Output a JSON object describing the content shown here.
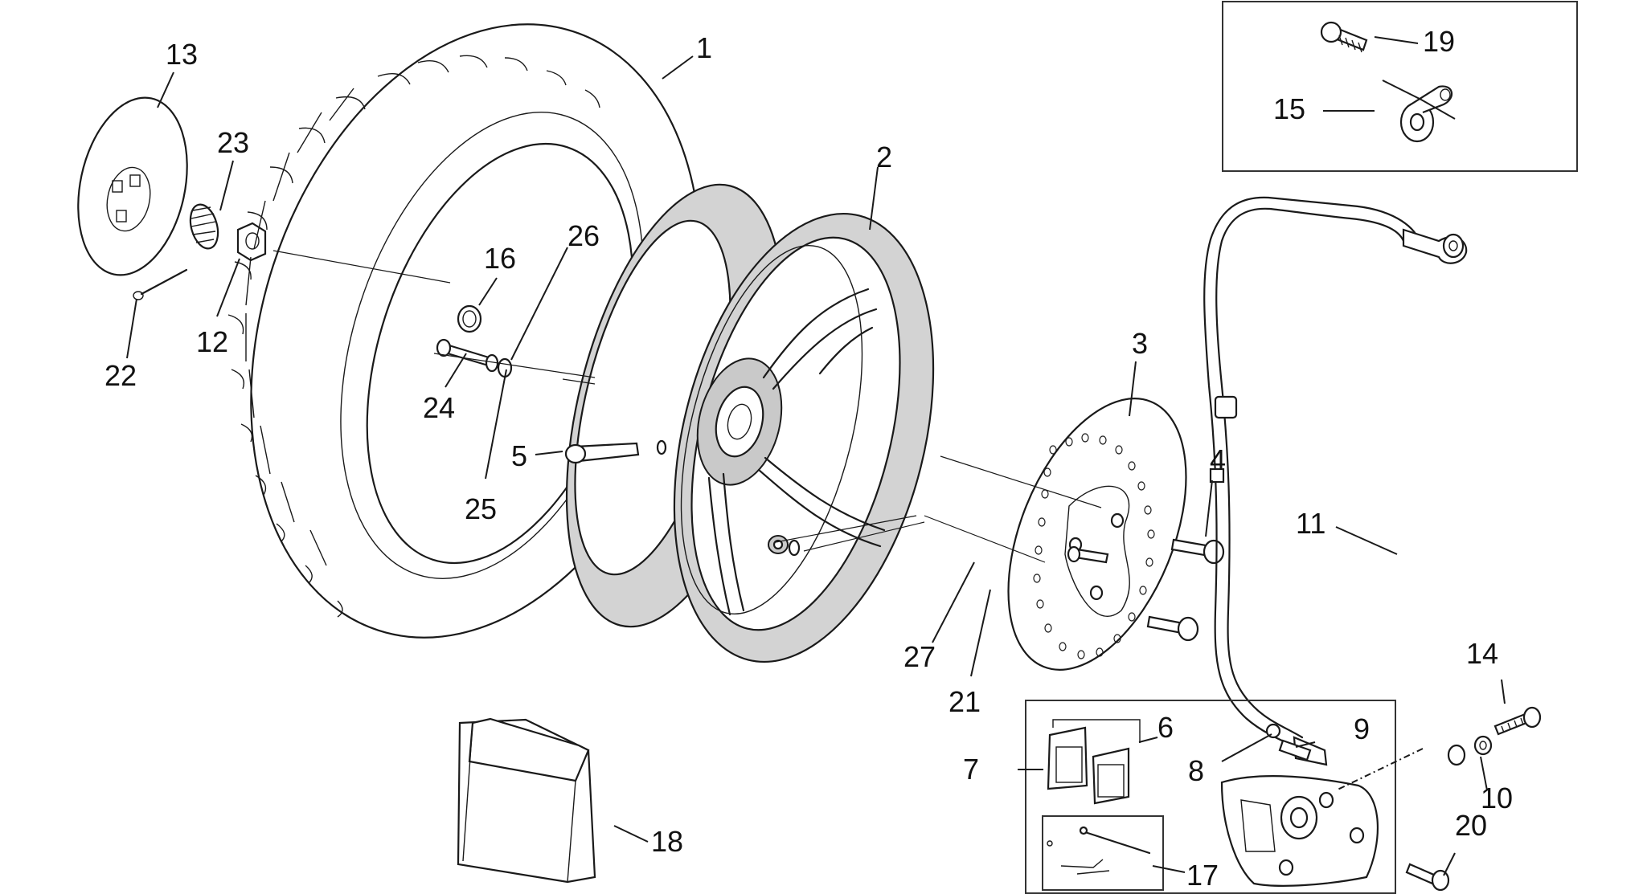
{
  "diagram": {
    "callouts": {
      "c1": "1",
      "c2": "2",
      "c3": "3",
      "c4": "4",
      "c5": "5",
      "c6": "6",
      "c7": "7",
      "c8": "8",
      "c9": "9",
      "c10": "10",
      "c11": "11",
      "c12": "12",
      "c13": "13",
      "c14": "14",
      "c15": "15",
      "c16": "16",
      "c17": "17",
      "c18": "18",
      "c19": "19",
      "c20": "20",
      "c21": "21",
      "c22": "22",
      "c23": "23",
      "c24": "24",
      "c25": "25",
      "c26": "26",
      "c27": "27"
    },
    "colors": {
      "line": "#1a1a1a",
      "rim_fill": "#d3d3d3",
      "background": "#ffffff"
    }
  }
}
